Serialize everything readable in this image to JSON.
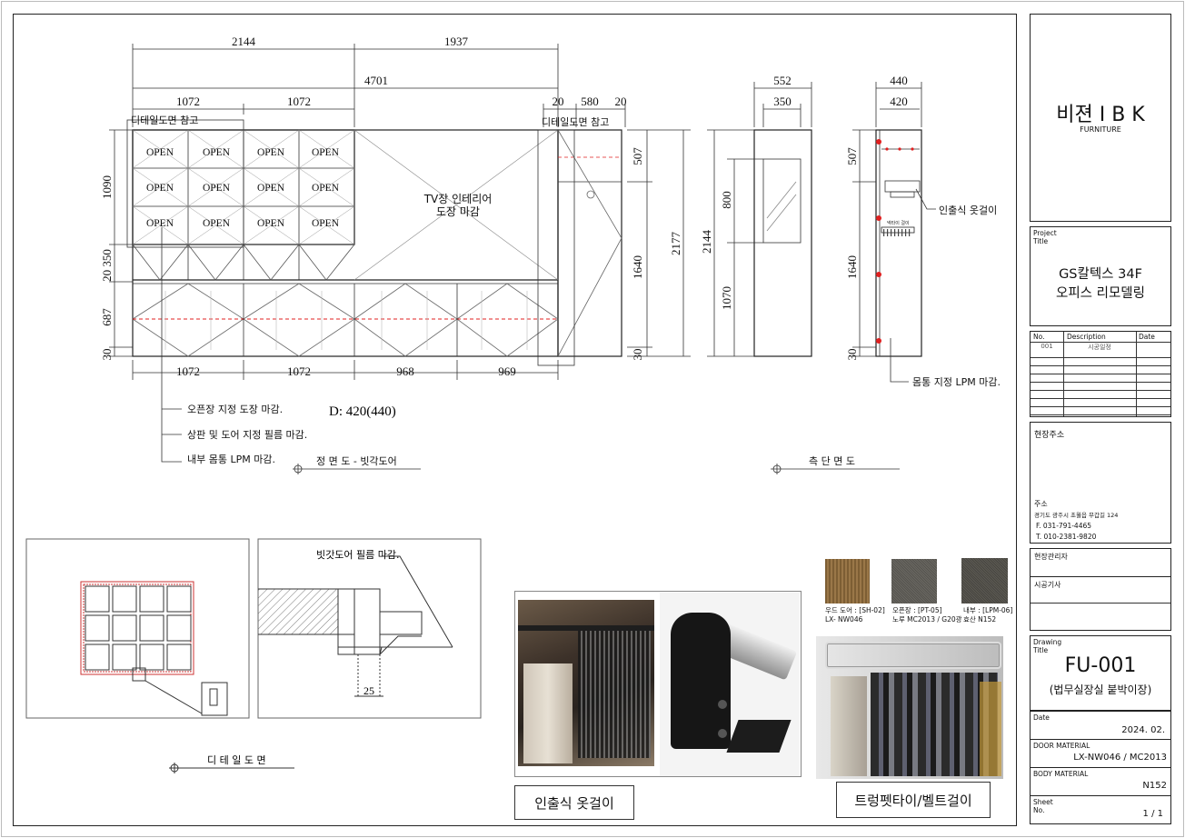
{
  "front": {
    "dims_top": [
      "2144",
      "1937",
      "4701",
      "1072",
      "1072",
      "20",
      "580",
      "20"
    ],
    "dims_bottom": [
      "1072",
      "1072",
      "968",
      "969"
    ],
    "dims_left": [
      "1090",
      "20 350",
      "687",
      "30"
    ],
    "dims_right": [
      "507",
      "1640",
      "2177",
      "30"
    ],
    "detail_ref_left": "디테일도면 참고",
    "detail_ref_right": "디테일도면 참고",
    "open_label": "OPEN",
    "tv_line1": "TV장 인테리어",
    "tv_line2": "도장 마감",
    "notes": [
      "오픈장 지정 도장 마감.",
      "상판 및 도어 지정 필름 마감.",
      "내부 몸통 LPM 마감."
    ],
    "depth": "D: 420(440)",
    "view_title": "정 면 도 - 빗각도어"
  },
  "side": {
    "dims_a": [
      "552",
      "350",
      "800",
      "1070",
      "2144"
    ],
    "dims_b": [
      "440",
      "420",
      "507",
      "1640",
      "30"
    ],
    "hanger_note": "인출식 옷걸이",
    "tie_tag": "넥타이 걸이",
    "body_note": "몸통 지정 LPM 마감.",
    "view_title": "측 단 면 도"
  },
  "detail": {
    "film_note": "빗갓도어 필름 마감.",
    "dim_25": "25",
    "view_title": "디 테 일 도 면"
  },
  "swatches": [
    {
      "line1": "우드 도어 : [SH-02]",
      "line2": "LX- NW046",
      "color": "#8a6a3e"
    },
    {
      "line1": "오픈장 : [PT-05]",
      "line2": "노루 MC2013 / G20광",
      "color": "#5c5a55"
    },
    {
      "line1": "내부 : [LPM-06]",
      "line2": "효산 N152",
      "color": "#4d4a44"
    }
  ],
  "captions": {
    "pullout": "인출식 옷걸이",
    "tie_belt": "트렁펫타이/벨트걸이"
  },
  "titleblock": {
    "brand": "비젼 I B K",
    "brand_sub": "FURNITURE",
    "project_label": "Project\nTitle",
    "project_line1": "GS칼텍스 34F",
    "project_line2": "오피스 리모델링",
    "rev_headers": [
      "No.",
      "Description",
      "Date"
    ],
    "rev_rows": [
      [
        "001",
        "시공일정",
        ""
      ]
    ],
    "site_label": "현장주소",
    "addr_label": "주소",
    "addr": "경기도 광주시 초월읍 무갑길 124",
    "fax": "F. 031-791-4465",
    "tel": "T. 010-2381-9820",
    "manager_label": "현장관리자",
    "builder_label": "시공기사",
    "drawing_label": "Drawing\nTitle",
    "drawing_no": "FU-001",
    "drawing_name": "(법무실장실 붙박이장)",
    "date_label": "Date",
    "date": "2024. 02.",
    "door_label": "DOOR MATERIAL",
    "door": "LX-NW046 / MC2013",
    "body_label": "BODY MATERIAL",
    "body": "N152",
    "sheet_label": "Sheet\nNo.",
    "sheet": "1 / 1"
  }
}
